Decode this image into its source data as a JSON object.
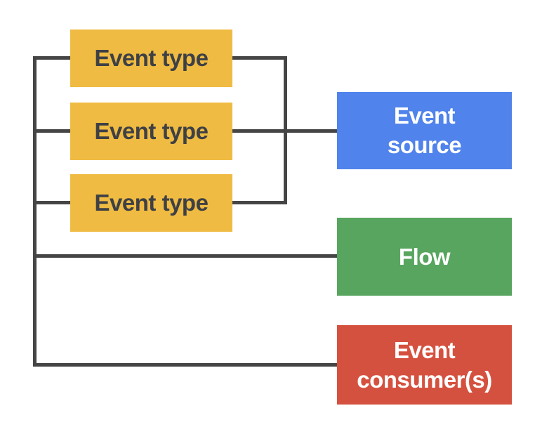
{
  "diagram": {
    "background": "#FFFFFF",
    "connector_color": "#454545",
    "nodes": [
      {
        "id": "event-type-1",
        "label": "Event type",
        "fill": "#EFBB42",
        "text_color": "#3E4045"
      },
      {
        "id": "event-type-2",
        "label": "Event type",
        "fill": "#EFBB42",
        "text_color": "#3E4045"
      },
      {
        "id": "event-type-3",
        "label": "Event type",
        "fill": "#EFBB42",
        "text_color": "#3E4045"
      },
      {
        "id": "event-source",
        "label": "Event\nsource",
        "fill": "#5083EB",
        "text_color": "#FFFFFF"
      },
      {
        "id": "flow",
        "label": "Flow",
        "fill": "#57A55E",
        "text_color": "#FFFFFF"
      },
      {
        "id": "event-consumers",
        "label": "Event\nconsumer(s)",
        "fill": "#D5513F",
        "text_color": "#FFFFFF"
      }
    ],
    "connectors": [
      {
        "id": "left-bus",
        "joins": [
          "event-type-1",
          "event-type-2",
          "event-type-3",
          "flow",
          "event-consumers"
        ]
      },
      {
        "id": "right-bus",
        "joins": [
          "event-type-1",
          "event-type-2",
          "event-type-3",
          "event-source"
        ]
      }
    ]
  }
}
